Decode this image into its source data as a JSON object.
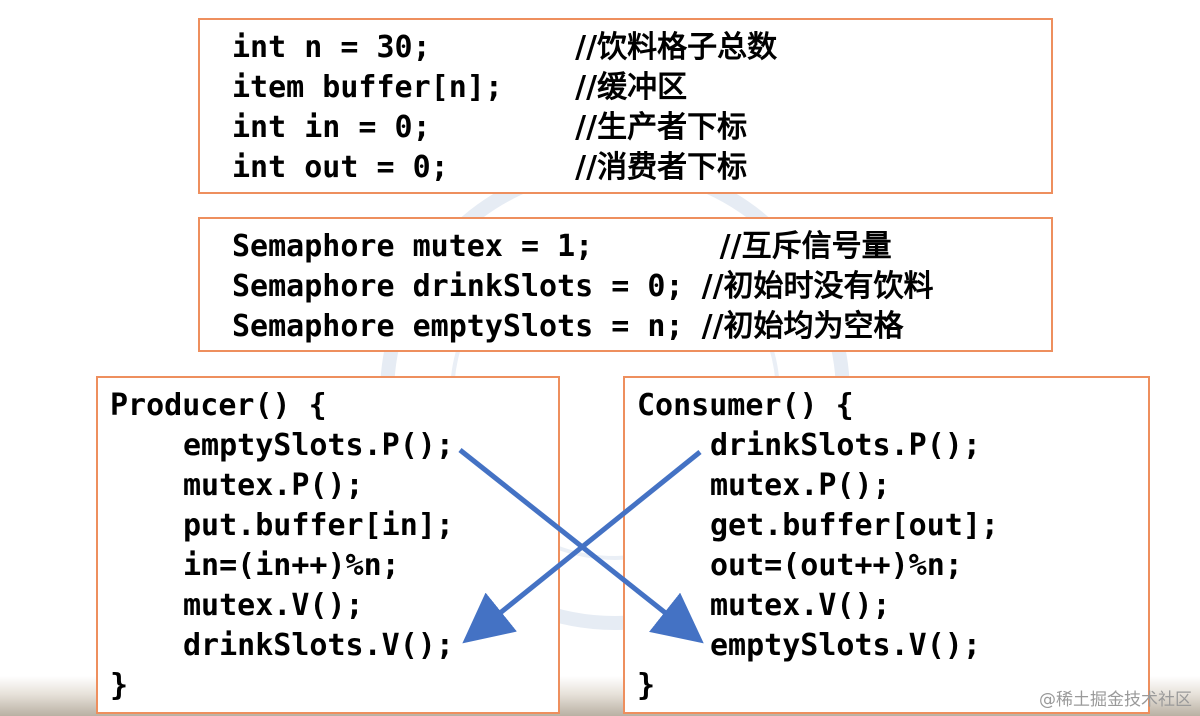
{
  "declarations": {
    "lines": [
      {
        "code": "int n = 30;        ",
        "comment": "//饮料格子总数"
      },
      {
        "code": "item buffer[n];    ",
        "comment": "//缓冲区"
      },
      {
        "code": "int in = 0;        ",
        "comment": "//生产者下标"
      },
      {
        "code": "int out = 0;       ",
        "comment": "//消费者下标"
      }
    ]
  },
  "semaphores": {
    "lines": [
      {
        "code": "Semaphore mutex = 1;       ",
        "comment": "//互斥信号量"
      },
      {
        "code": "Semaphore drinkSlots = 0; ",
        "comment": "//初始时没有饮料"
      },
      {
        "code": "Semaphore emptySlots = n; ",
        "comment": "//初始均为空格"
      }
    ]
  },
  "producer": {
    "header": "Producer() {",
    "body": [
      "emptySlots.P();",
      "mutex.P();",
      "put.buffer[in];",
      "in=(in++)%n;",
      "mutex.V();",
      "drinkSlots.V();"
    ],
    "footer": "}"
  },
  "consumer": {
    "header": "Consumer() {",
    "body": [
      "drinkSlots.P();",
      "mutex.P();",
      "get.buffer[out];",
      "out=(out++)%n;",
      "mutex.V();",
      "emptySlots.V();"
    ],
    "footer": "}"
  },
  "arrows": [
    {
      "from": "producer.emptySlots.P",
      "to": "consumer.emptySlots.V"
    },
    {
      "from": "consumer.drinkSlots.P",
      "to": "producer.drinkSlots.V"
    }
  ],
  "colors": {
    "box_border": "#ee8f5e",
    "arrow": "#4472c4"
  },
  "watermark_text": "@稀土掘金技术社区"
}
